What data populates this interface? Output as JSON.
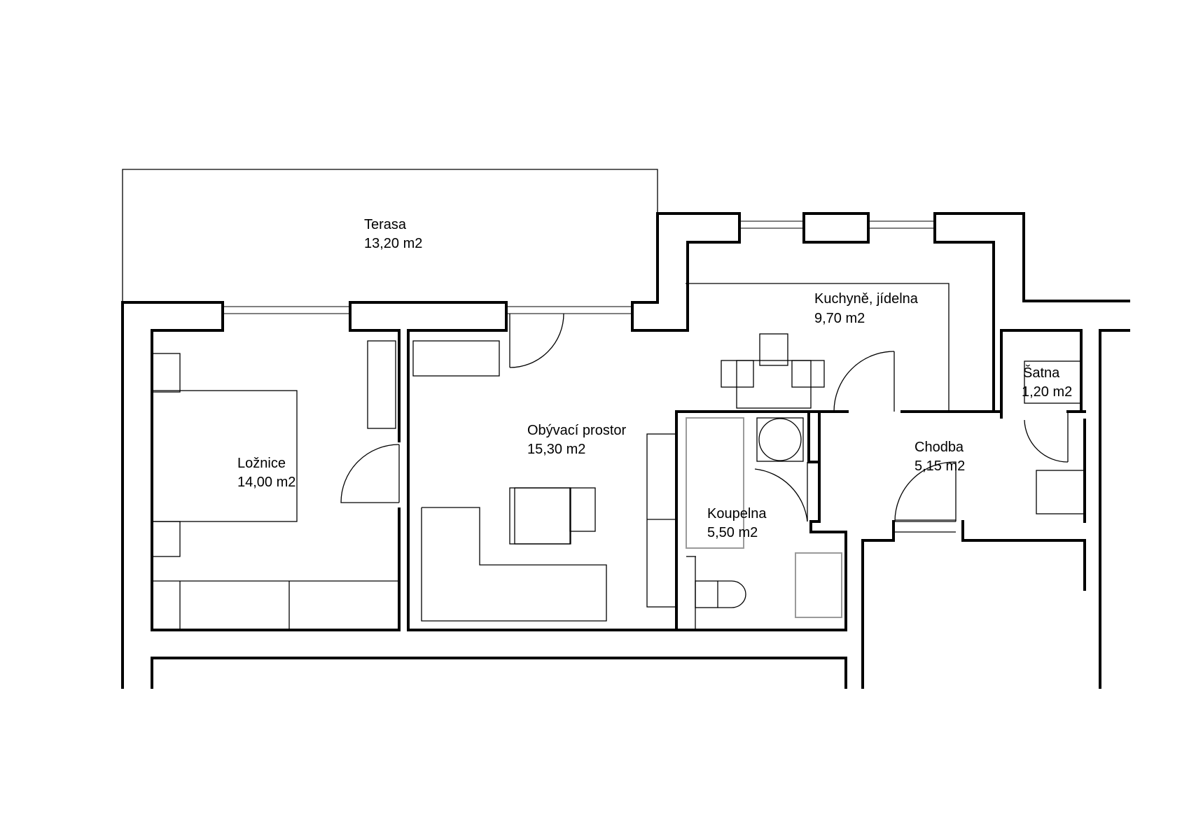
{
  "rooms": {
    "terasa": {
      "name": "Terasa",
      "area": "13,20 m2"
    },
    "loznice": {
      "name": "Ložnice",
      "area": "14,00 m2"
    },
    "obyvaci": {
      "name": "Obývací prostor",
      "area": "15,30 m2"
    },
    "kuchyne": {
      "name": "Kuchyně, jídelna",
      "area": "9,70 m2"
    },
    "satna": {
      "name": "Šatna",
      "area": "1,20 m2"
    },
    "chodba": {
      "name": "Chodba",
      "area": "5,15 m2"
    },
    "koupelna": {
      "name": "Koupelna",
      "area": "5,50 m2"
    }
  }
}
